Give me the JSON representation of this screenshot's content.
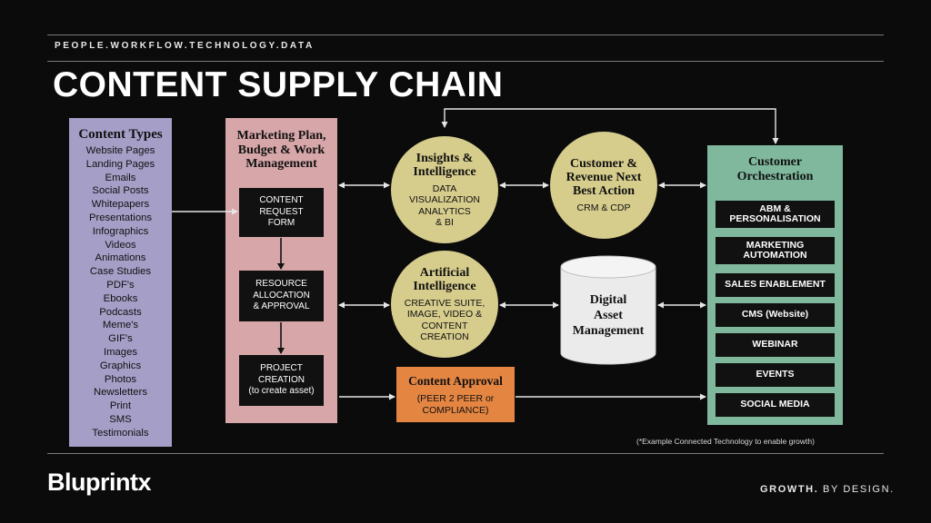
{
  "header": {
    "tagline": "PEOPLE.WORKFLOW.TECHNOLOGY.DATA",
    "title": "CONTENT SUPPLY CHAIN"
  },
  "content_types": {
    "title": "Content Types",
    "items": [
      "Website Pages",
      "Landing Pages",
      "Emails",
      "Social Posts",
      "Whitepapers",
      "Presentations",
      "Infographics",
      "Videos",
      "Animations",
      "Case Studies",
      "PDF's",
      "Ebooks",
      "Podcasts",
      "Meme's",
      "GIF's",
      "Images",
      "Graphics",
      "Photos",
      "Newsletters",
      "Print",
      "SMS",
      "Testimonials"
    ]
  },
  "marketing_plan": {
    "title_lines": [
      "Marketing Plan,",
      "Budget & Work",
      "Management"
    ],
    "steps": [
      {
        "lines": [
          "CONTENT",
          "REQUEST",
          "FORM"
        ]
      },
      {
        "lines": [
          "RESOURCE",
          "ALLOCATION",
          "& APPROVAL"
        ]
      },
      {
        "lines": [
          "PROJECT",
          "CREATION",
          "(to create asset)"
        ]
      }
    ]
  },
  "insights": {
    "title_lines": [
      "Insights &",
      "Intelligence"
    ],
    "sub_lines": [
      "DATA",
      "VISUALIZATION",
      "ANALYTICS",
      "& BI"
    ]
  },
  "customer_revenue": {
    "title_lines": [
      "Customer &",
      "Revenue Next",
      "Best Action"
    ],
    "sub_lines": [
      "CRM & CDP"
    ]
  },
  "ai": {
    "title_lines": [
      "Artificial",
      "Intelligence"
    ],
    "sub_lines": [
      "CREATIVE SUITE,",
      "IMAGE, VIDEO &",
      "CONTENT",
      "CREATION"
    ]
  },
  "dam": {
    "title_lines": [
      "Digital",
      "Asset",
      "Management"
    ]
  },
  "approval": {
    "title": "Content Approval",
    "sub_lines": [
      "(PEER 2 PEER or",
      "COMPLIANCE)"
    ]
  },
  "orchestration": {
    "title_lines": [
      "Customer",
      "Orchestration"
    ],
    "items": [
      {
        "lines": [
          "ABM &",
          "PERSONALISATION"
        ]
      },
      {
        "lines": [
          "MARKETING",
          "AUTOMATION"
        ]
      },
      {
        "lines": [
          "SALES ENABLEMENT"
        ]
      },
      {
        "lines": [
          "CMS (Website)"
        ]
      },
      {
        "lines": [
          "WEBINAR"
        ]
      },
      {
        "lines": [
          "EVENTS"
        ]
      },
      {
        "lines": [
          "SOCIAL MEDIA"
        ]
      }
    ]
  },
  "footer": {
    "note": "(*Example Connected Technology to enable growth)",
    "logo": "Bluprintx",
    "growth": "GROWTH.",
    "by_design": " BY DESIGN."
  },
  "colors": {
    "background": "#0b0b0b",
    "content_types": "#a59ec7",
    "marketing_plan": "#d6a6a8",
    "circles": "#d6cc8c",
    "approval": "#e48542",
    "orchestration": "#7fb89c",
    "dam": "#ebebeb"
  }
}
